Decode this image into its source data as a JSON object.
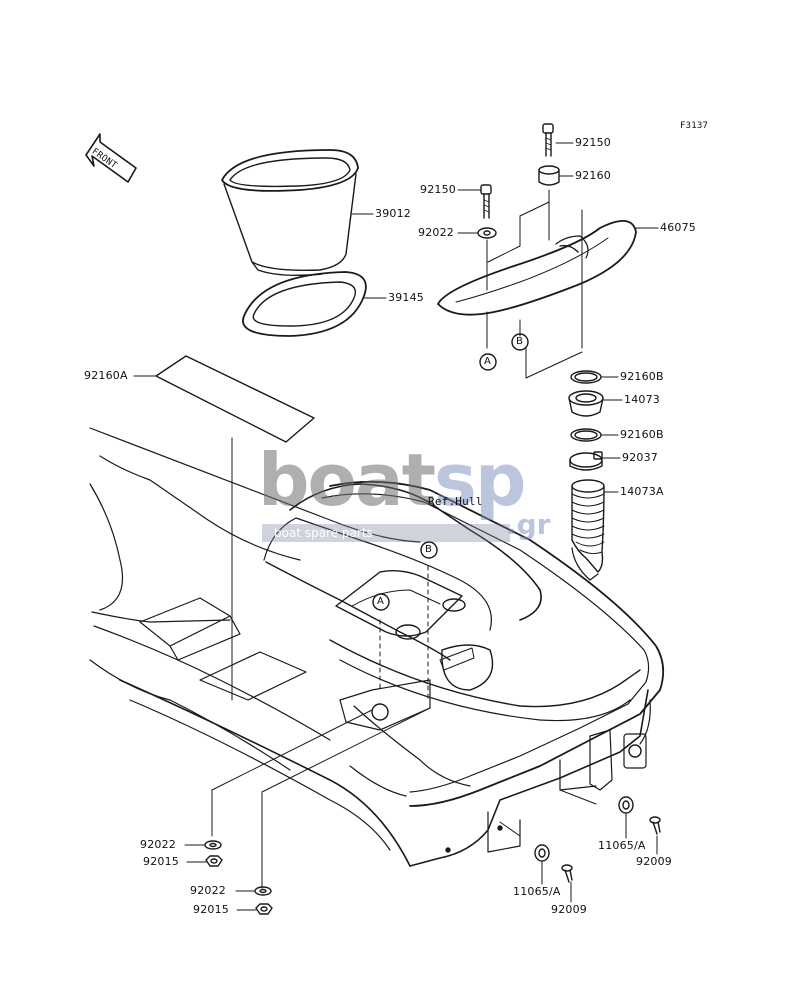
{
  "figure_code": "F3137",
  "front_label": "FRONT",
  "ref_label": "Ref.Hull",
  "watermark": {
    "brand_main": "boat",
    "brand_sp": "sp",
    "brand_tld": ".gr",
    "tagline": "boat spare parts"
  },
  "callouts": {
    "A": "A",
    "B": "B"
  },
  "parts": {
    "p92150_top": "92150",
    "p92160": "92160",
    "p92150": "92150",
    "p39012": "39012",
    "p46075": "46075",
    "p92022_top": "92022",
    "p39145": "39145",
    "p92160B_1": "92160B",
    "p14073": "14073",
    "p92160A": "92160A",
    "p92160B_2": "92160B",
    "p92037": "92037",
    "p14073A": "14073A",
    "p92022_a": "92022",
    "p92015_a": "92015",
    "p92022_b": "92022",
    "p92015_b": "92015",
    "p11065A_right": "11065/A",
    "p92009_right": "92009",
    "p11065A_bottom": "11065/A",
    "p92009_bottom": "92009"
  },
  "colors": {
    "line": "#1a1a1a",
    "watermark_gray": "#6e6e6e",
    "watermark_blue": "#7f8aa8"
  }
}
